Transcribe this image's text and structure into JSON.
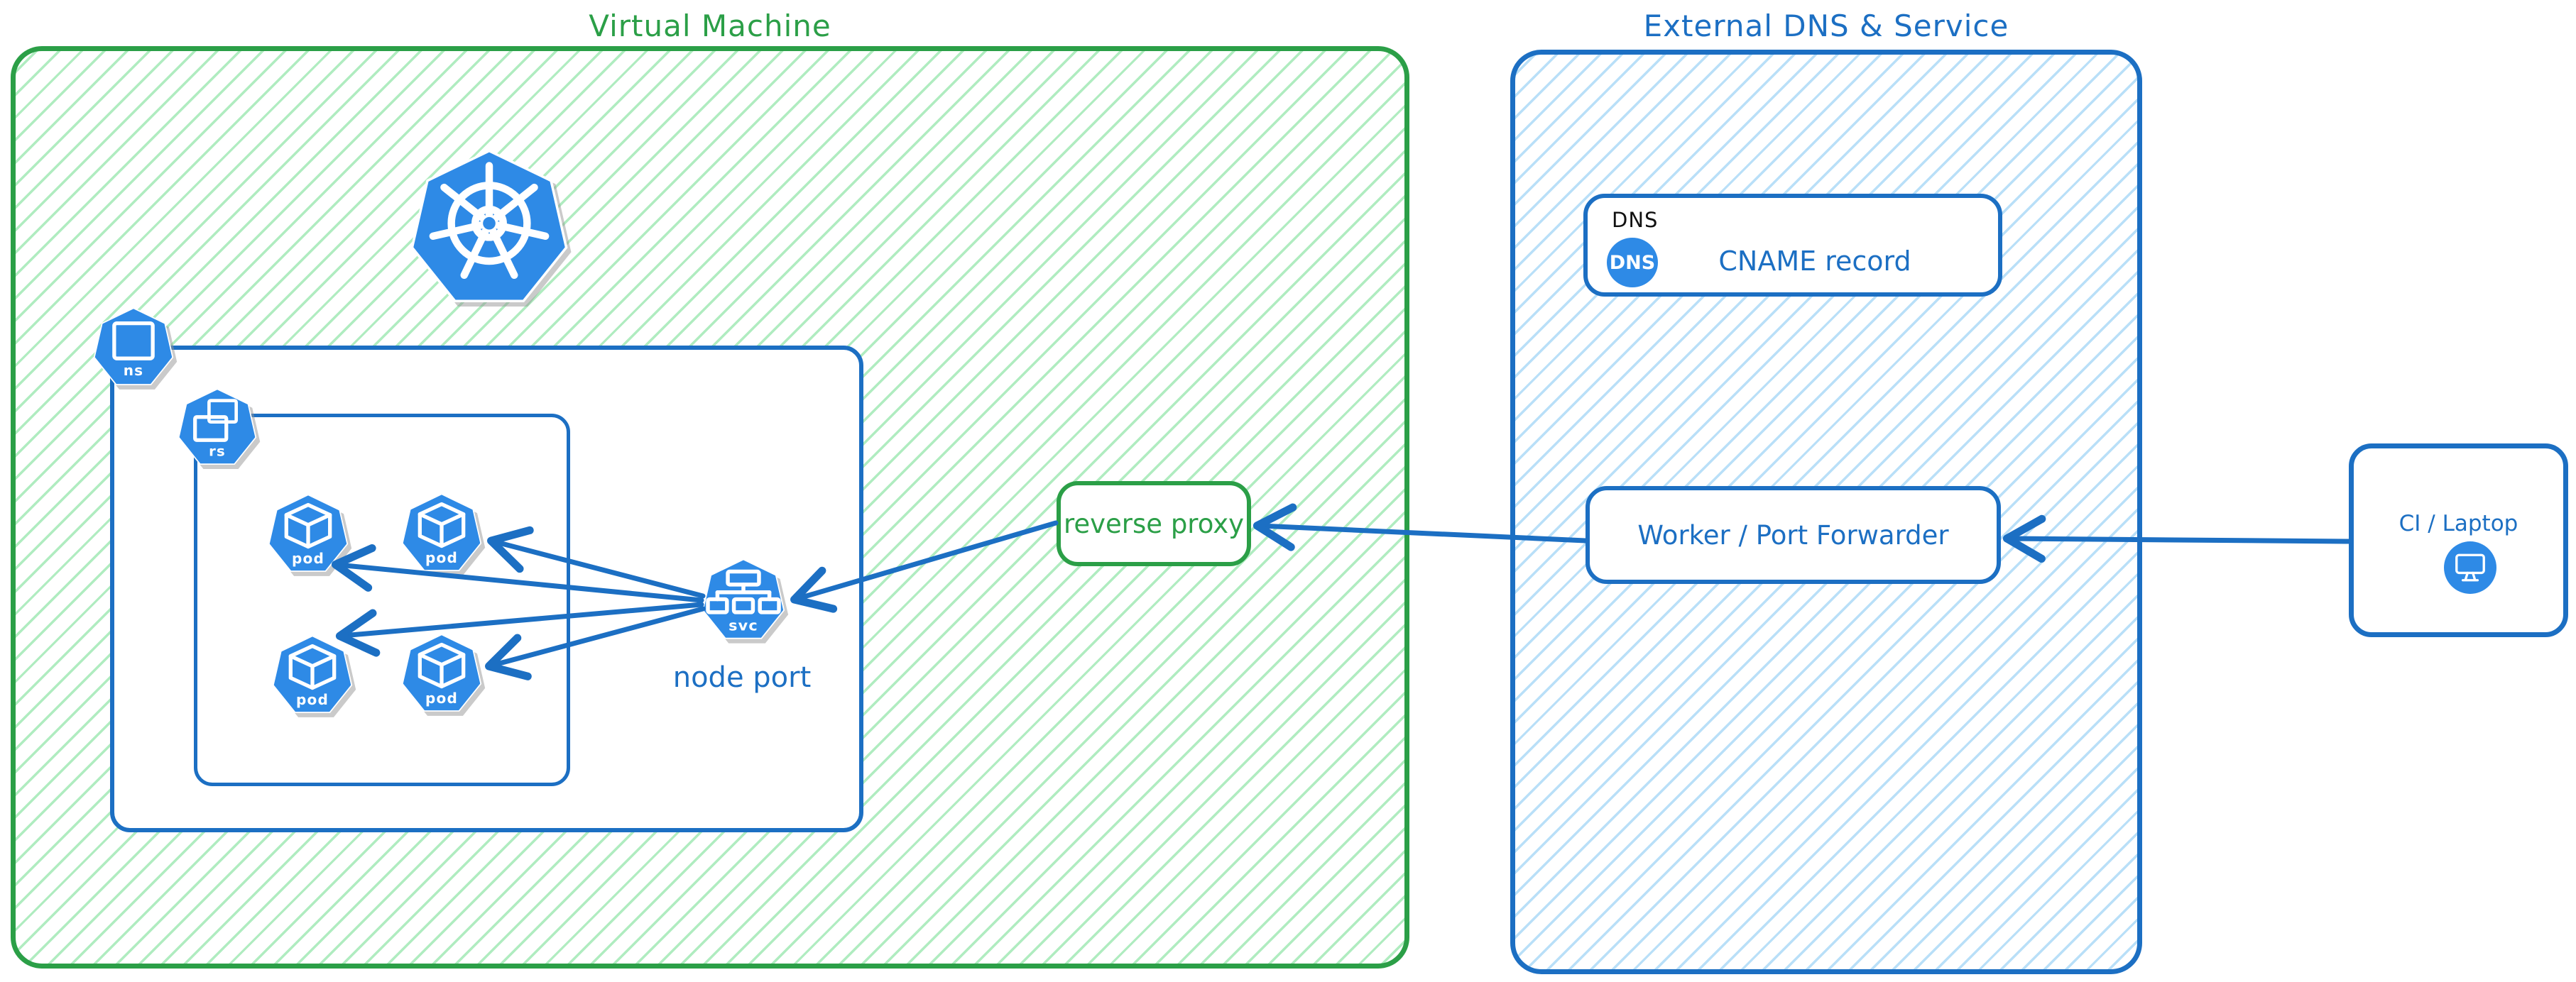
{
  "colors": {
    "vm_border_green": "#2b9f47",
    "external_border_blue": "#1c6fc3",
    "node_fill_blue": "#2e8ae6",
    "green_hatch": "#6edd8c",
    "blue_hatch": "#74c0f2",
    "dns_tag_black": "#111111"
  },
  "vm": {
    "title": "Virtual Machine",
    "kubernetes_logo": "kubernetes",
    "namespace": {
      "label": "ns"
    },
    "replicaset": {
      "label": "rs"
    },
    "pods": [
      {
        "label": "pod"
      },
      {
        "label": "pod"
      },
      {
        "label": "pod"
      },
      {
        "label": "pod"
      }
    ],
    "service": {
      "label": "svc",
      "caption": "node port"
    },
    "reverse_proxy": {
      "label": "reverse proxy"
    }
  },
  "external": {
    "title": "External DNS & Service",
    "dns_card": {
      "tag": "DNS",
      "badge": "DNS",
      "record": "CNAME record"
    },
    "worker": {
      "label": "Worker / Port Forwarder"
    }
  },
  "client": {
    "label": "CI / Laptop"
  }
}
